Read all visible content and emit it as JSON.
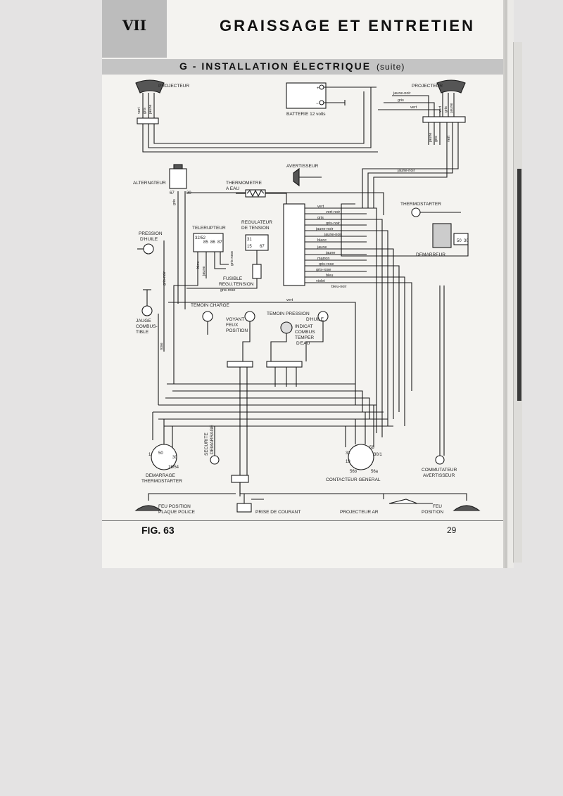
{
  "header": {
    "chapter": "VII",
    "title": "GRAISSAGE ET ENTRETIEN"
  },
  "section": {
    "title": "G - INSTALLATION ÉLECTRIQUE",
    "suffix": "(suite)"
  },
  "labels": {
    "projecteur_left": "PROJECTEUR",
    "projecteur_right": "PROJECTEUR",
    "batterie": "BATTERIE 12 volts",
    "alternateur": "ALTERNATEUR",
    "thermometre_1": "THERMOMETRE",
    "thermometre_2": "A EAU",
    "avertisseur": "AVERTISSEUR",
    "thermostarter": "THERMOSTARTER",
    "demarreur": "DEMARREUR",
    "pression_1": "PRESSION",
    "pression_2": "D'HUILE",
    "telerupteur": "TELERUPTEUR",
    "regulateur_1": "REGULATEUR",
    "regulateur_2": "DE TENSION",
    "fusible_1": "FUSIBLE",
    "fusible_2": "REGU.TENSION",
    "temoin_charge": "TEMOIN CHARGE",
    "temoin_pression_1": "TEMOIN PRESSION",
    "temoin_pression_2": "D'HUILE",
    "voyant_1": "VOYANT",
    "voyant_2": "FEUX",
    "voyant_3": "POSITION",
    "indicat_1": "INDICAT",
    "indicat_2": "COMBUS",
    "indicat_3": "TEMPER",
    "indicat_4": "D'EAU",
    "jauge_1": "JAUGE",
    "jauge_2": "COMBUS-",
    "jauge_3": "TIBLE",
    "securite_1": "SECURITE",
    "securite_2": "DEMARRAGE",
    "demarrage_1": "DEMARRAGE",
    "demarrage_2": "THERMOSTARTER",
    "contacteur": "CONTACTEUR GENERAL",
    "commutateur_1": "COMMUTATEUR",
    "commutateur_2": "AVERTISSEUR",
    "feu_plaque_1": "FEU POSITION",
    "feu_plaque_2": "PLAQUE POLICE",
    "prise": "PRISE DE COURANT",
    "projecteur_ar": "PROJECTEUR AR",
    "feu_position_1": "FEU",
    "feu_position_2": "POSITION"
  },
  "wires": {
    "top_right": [
      "jaune-noir",
      "gris",
      "vert"
    ],
    "jaune_noir_mid": "jaune-noir",
    "connector_block": [
      "vert",
      "vert-noir",
      "gris",
      "gris-noir",
      "jaune-noir",
      "jaune-noir",
      "blanc",
      "jaune",
      "jaune",
      "marron",
      "gris-rose",
      "gris-rose",
      "bleu",
      "violet",
      "bleu-noir"
    ],
    "misc": {
      "vert": "vert",
      "gris": "gris",
      "gris_noir": "gris-noir",
      "gris_rose": "gris-rose",
      "rose": "rose",
      "bleu": "bleu",
      "jaune": "jaune",
      "gris_rose_v": "gris rose"
    },
    "left_proj_vertical": [
      "vert",
      "gris",
      "jaune"
    ],
    "right_proj_vertical": [
      "vert",
      "gris",
      "jaune"
    ],
    "right_proj_vertical_2": [
      "jaune",
      "gris",
      "vert"
    ]
  },
  "terminals": {
    "batt_plus": "+",
    "batt_minus": "−",
    "alt_67": "67",
    "alt_30": "30",
    "tele": [
      "32/52",
      "85",
      "86",
      "87"
    ],
    "reg": [
      "31",
      "15",
      "67"
    ],
    "dem": [
      "50",
      "30"
    ],
    "thermo_dem": [
      "1",
      "50",
      "30",
      "15/54"
    ],
    "contacteur": [
      "58",
      "30",
      "30/1",
      "56a",
      "56b",
      "31",
      "19",
      "30"
    ]
  },
  "footer": {
    "fig": "FIG. 63",
    "page_number": "29"
  }
}
